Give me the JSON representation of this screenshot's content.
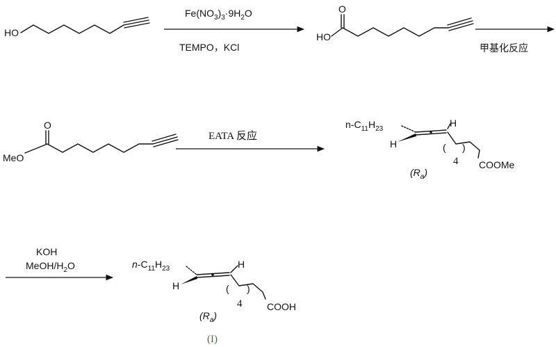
{
  "step1": {
    "reactant_label": "HO",
    "reagent_top_prefix": "Fe(NO",
    "reagent_top_sub1": "3",
    "reagent_top_mid": ")",
    "reagent_top_sub2": "3",
    "reagent_top_suffix": "·9H",
    "reagent_top_sub3": "2",
    "reagent_top_end": "O",
    "reagent_bottom": "TEMPO，KCl",
    "product_oh": "HO",
    "product_o": "O"
  },
  "step2": {
    "reagent_top": "甲基化反应"
  },
  "step3": {
    "ester_o": "O",
    "ester_meo": "MeO",
    "reagent_top": "EATA 反应",
    "prod_chain_prefix": "n-C",
    "prod_chain_sub1": "11",
    "prod_chain_mid": "H",
    "prod_chain_sub2": "23",
    "prod_h_right": "H",
    "prod_h_left": "H",
    "prod_open_paren": "(",
    "prod_close_paren": ")",
    "prod_count": "4",
    "prod_group": "COOMe",
    "prod_config_open": "(",
    "prod_config_r": "R",
    "prod_config_sub": "a",
    "prod_config_close": ")"
  },
  "step4": {
    "reagent_top": "KOH",
    "reagent_bottom_prefix": "MeOH/H",
    "reagent_bottom_sub": "2",
    "reagent_bottom_end": "O",
    "prod_chain_n": "n",
    "prod_chain_prefix": "-C",
    "prod_chain_sub1": "11",
    "prod_chain_mid": "H",
    "prod_chain_sub2": "23",
    "prod_h_right": "H",
    "prod_h_left": "H",
    "prod_open_paren": "(",
    "prod_close_paren": ")",
    "prod_count": "4",
    "prod_group": "COOH",
    "prod_config_open": "(",
    "prod_config_r": "R",
    "prod_config_sub": "a",
    "prod_config_close": ")",
    "compound_label": "(I)"
  }
}
